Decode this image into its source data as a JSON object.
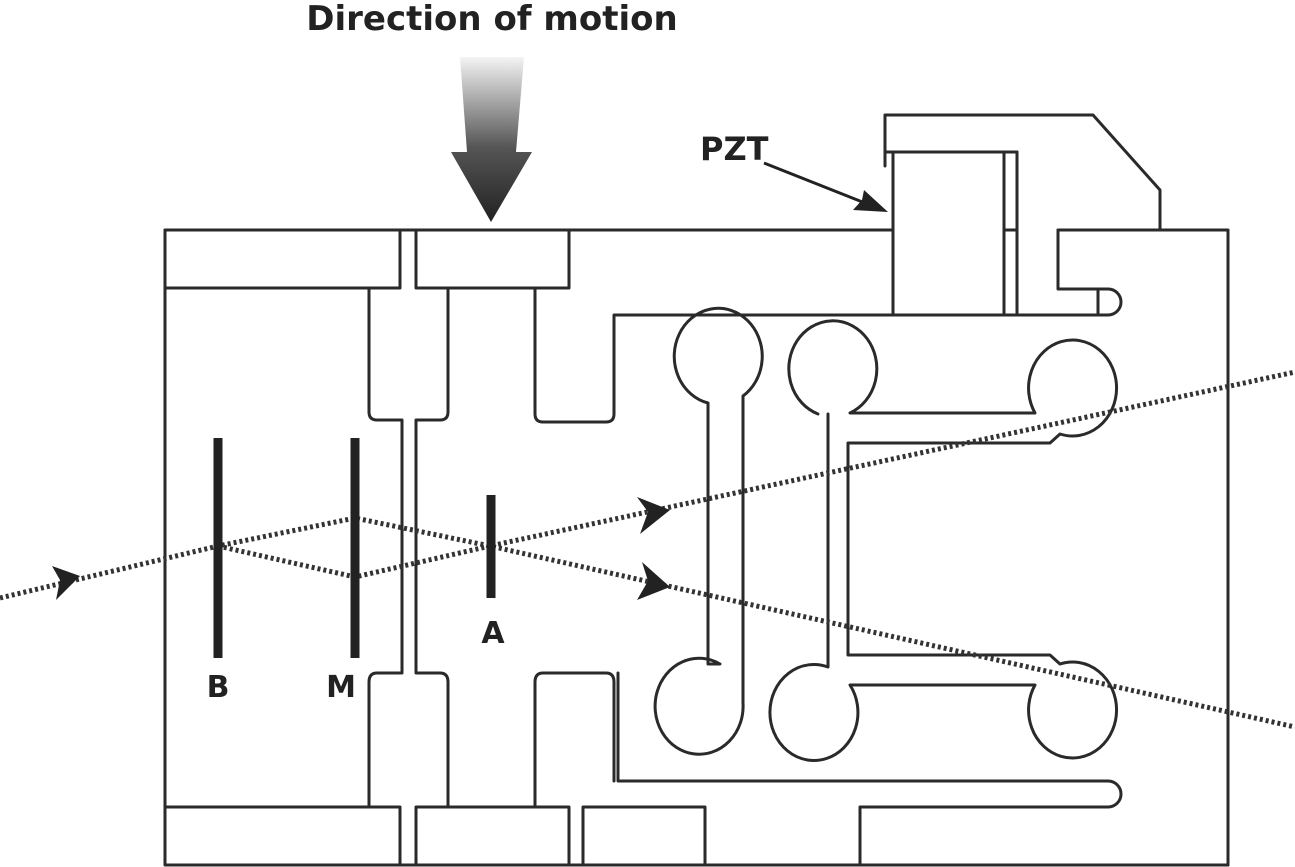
{
  "diagram": {
    "title": "Direction of motion",
    "pzt_label": "PZT",
    "optics": [
      {
        "id": "B",
        "label": "B"
      },
      {
        "id": "M",
        "label": "M"
      },
      {
        "id": "A",
        "label": "A"
      }
    ],
    "colors": {
      "line": "#2a2a2a",
      "optic": "#222222",
      "background": "#ffffff",
      "arrow_top": "#f2f2f2",
      "arrow_bottom": "#222222"
    }
  }
}
